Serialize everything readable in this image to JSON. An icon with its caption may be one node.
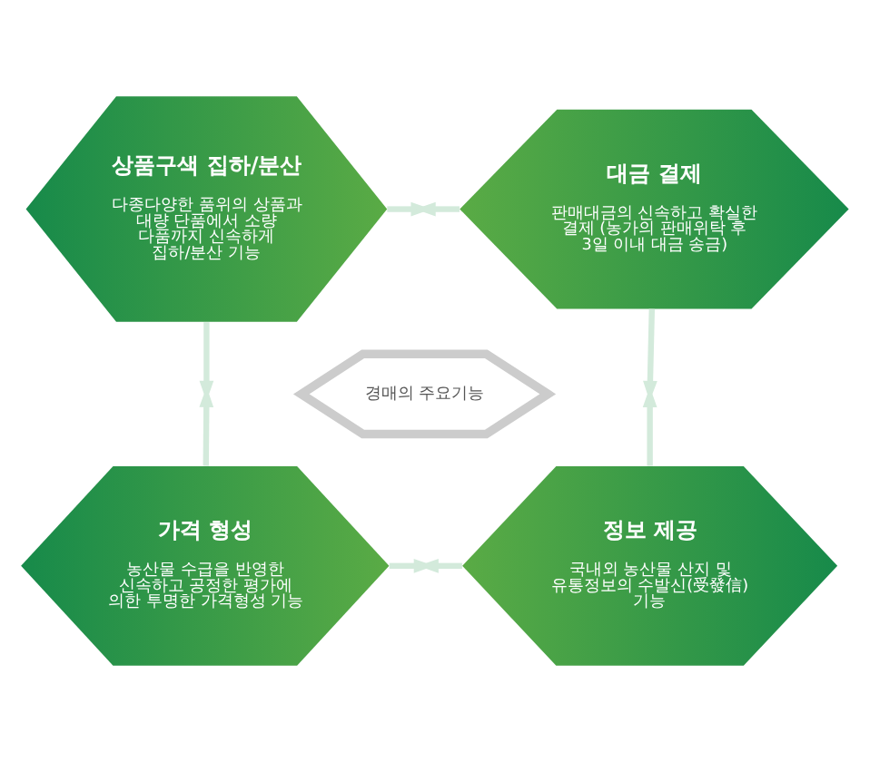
{
  "diagram": {
    "nodes": [
      {
        "text": [
          "상품구색 집하/분산",
          "다종다양한 품위의 상품과 대량 단품에서 소량 다품까지 신속하게 집하/분산 기능"
        ]
      },
      {
        "text": [
          "대금 결제",
          "판매대금의 신속하고 확실한 결제 (농가의 판매위탁 후 3일 이내 대금 송금)"
        ]
      },
      {
        "text": [
          "경매의 주요기능"
        ]
      },
      {
        "text": [
          "가격 형성",
          "농산물 수급을 반영한 신속하고 공정한 평가에 의한 투명한 가격형성 기능"
        ]
      },
      {
        "text": [
          "정보 제공",
          "국내외 농산물 산지 및 유통정보의 수발신(受發信) 기능"
        ]
      }
    ],
    "edges": [
      {
        "from": 0,
        "to": null,
        "arrow": "to"
      },
      {
        "from": 1,
        "to": null,
        "arrow": "to"
      },
      {
        "from": 1,
        "to": null,
        "arrow": "to"
      },
      {
        "from": 4,
        "to": null,
        "arrow": "to"
      },
      {
        "from": 4,
        "to": null,
        "arrow": "to"
      },
      {
        "from": 3,
        "to": null,
        "arrow": "to"
      },
      {
        "from": 3,
        "to": null,
        "arrow": "to"
      },
      {
        "from": 0,
        "to": null,
        "arrow": "to"
      }
    ]
  }
}
